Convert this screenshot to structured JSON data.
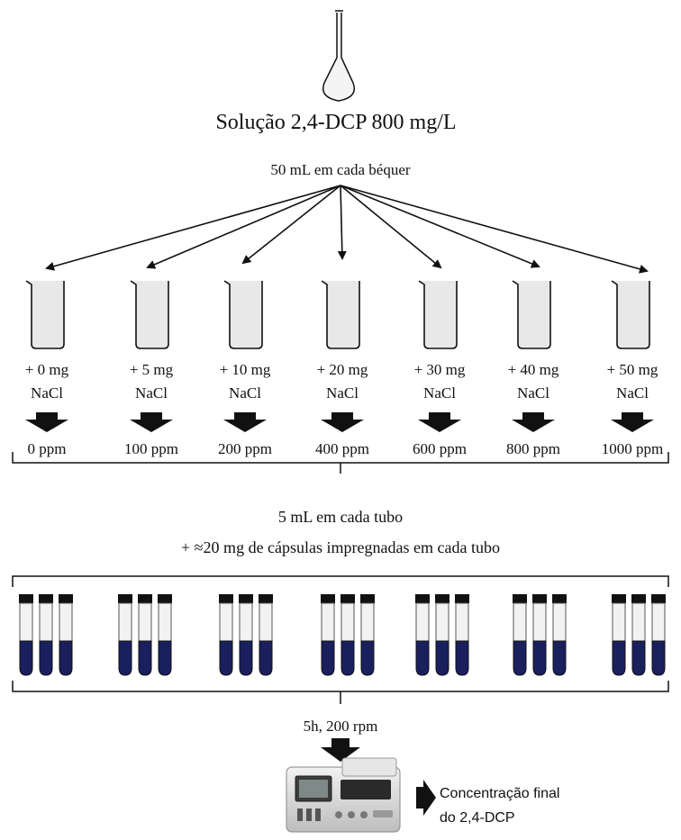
{
  "header": {
    "title": "Solução  2,4-DCP 800 mg/L",
    "subtitle": "50  mL  em  cada béquer"
  },
  "beakers": [
    {
      "nacl_amount": "+ 0 mg",
      "nacl_label": "NaCl",
      "concentration": "0 ppm"
    },
    {
      "nacl_amount": "+ 5 mg",
      "nacl_label": "NaCl",
      "concentration": "100 ppm"
    },
    {
      "nacl_amount": "+ 10 mg",
      "nacl_label": "NaCl",
      "concentration": "200 ppm"
    },
    {
      "nacl_amount": "+ 20 mg",
      "nacl_label": "NaCl",
      "concentration": "400 ppm"
    },
    {
      "nacl_amount": "+ 30 mg",
      "nacl_label": "NaCl",
      "concentration": "600 ppm"
    },
    {
      "nacl_amount": "+ 40 mg",
      "nacl_label": "NaCl",
      "concentration": "800 ppm"
    },
    {
      "nacl_amount": "+ 50 mg",
      "nacl_label": "NaCl",
      "concentration": "1000 ppm"
    }
  ],
  "tube_step": {
    "line1": "5  mL  em cada tubo",
    "line2": "+ ≈20  mg  de cápsulas impregnadas em  cada tubo"
  },
  "incubation": {
    "label": "5h,  200  rpm"
  },
  "result": {
    "line1": "Concentração final",
    "line2": "do 2,4-DCP"
  },
  "colors": {
    "ink": "#111111",
    "beaker_fill": "#e8e8e8",
    "tube_liquid": "#1a1f5e",
    "tube_cap": "#111111",
    "tube_clear": "#f2f2f2",
    "flask_fill": "#f4f4f4"
  },
  "icons": {
    "flask": "volumetric-flask-icon",
    "beaker": "beaker-icon",
    "arrow": "arrow-down-icon",
    "tube": "test-tube-icon",
    "instrument": "spectrophotometer-icon"
  }
}
